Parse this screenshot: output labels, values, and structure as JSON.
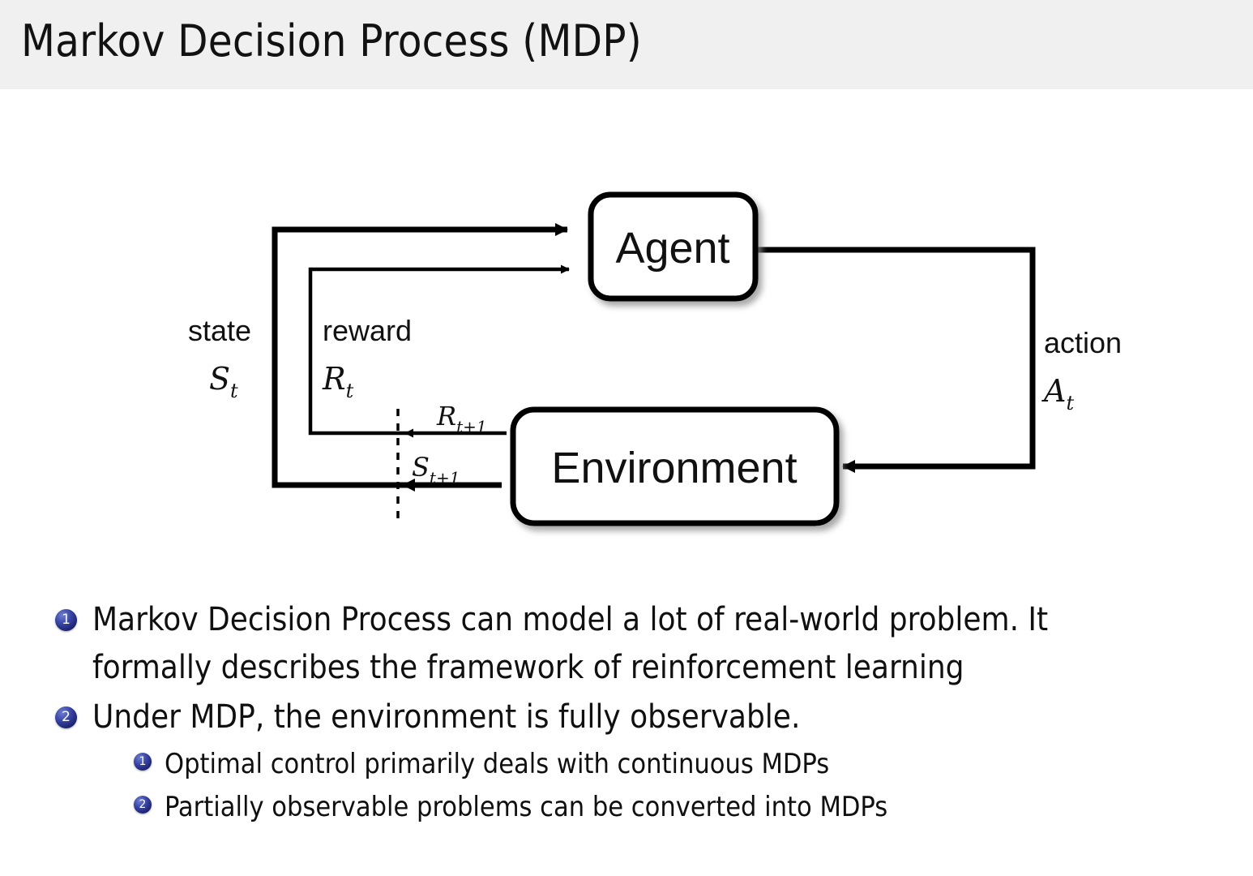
{
  "slide": {
    "title": "Markov Decision Process (MDP)",
    "header_bg": "#f0f0f0",
    "body_bg": "#ffffff",
    "accent": "#1c2270"
  },
  "diagram": {
    "type": "agent-environment-interaction-loop",
    "nodes": [
      {
        "id": "agent",
        "label": "Agent"
      },
      {
        "id": "environment",
        "label": "Environment"
      }
    ],
    "edges": [
      {
        "id": "state",
        "label": "state",
        "symbol": "S",
        "subscript": "t",
        "from": "environment",
        "to": "agent"
      },
      {
        "id": "reward",
        "label": "reward",
        "symbol": "R",
        "subscript": "t",
        "from": "environment",
        "to": "agent"
      },
      {
        "id": "action",
        "label": "action",
        "symbol": "A",
        "subscript": "t",
        "from": "agent",
        "to": "environment"
      },
      {
        "id": "reward-next",
        "symbol": "R",
        "subscript": "t+1",
        "from": "environment",
        "to": "agent"
      },
      {
        "id": "state-next",
        "symbol": "S",
        "subscript": "t+1",
        "from": "environment",
        "to": "agent"
      }
    ],
    "labels": {
      "agent": "Agent",
      "environment": "Environment",
      "state": "state",
      "reward": "reward",
      "action": "action",
      "state_sym": "S",
      "state_sub": "t",
      "reward_sym": "R",
      "reward_sub": "t",
      "action_sym": "A",
      "action_sub": "t",
      "reward_next_sym": "R",
      "reward_next_sub": "t+1",
      "state_next_sym": "S",
      "state_next_sub": "t+1"
    }
  },
  "bullets": [
    {
      "number": "1",
      "level": 1,
      "line1": "Markov Decision Process can model a lot of real-world problem. It",
      "line2": "formally describes the framework of reinforcement learning",
      "text": "Markov Decision Process can model a lot of real-world problem. It formally describes the framework of reinforcement learning"
    },
    {
      "number": "2",
      "level": 1,
      "line1": "Under MDP, the environment is fully observable.",
      "line2": "",
      "text": "Under MDP, the environment is fully observable."
    },
    {
      "number": "1",
      "level": 2,
      "text": "Optimal control primarily deals with continuous MDPs"
    },
    {
      "number": "2",
      "level": 2,
      "text": "Partially observable problems can be converted into MDPs"
    }
  ]
}
